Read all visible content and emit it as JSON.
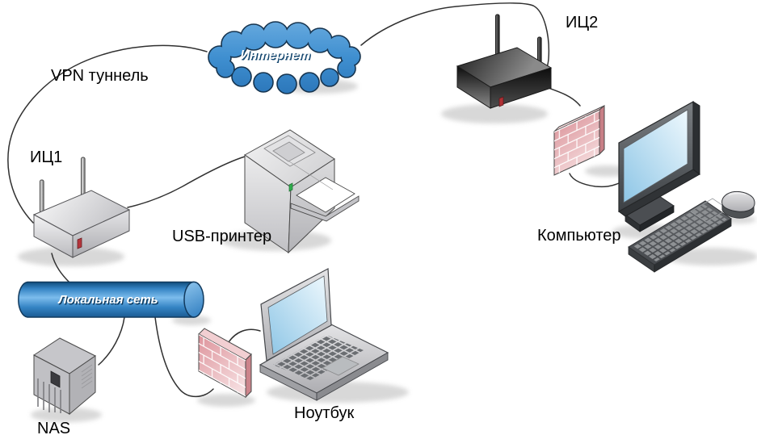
{
  "diagram": {
    "labels": {
      "internet": "Интернет",
      "vpn_tunnel": "VPN туннель",
      "ic1": "ИЦ1",
      "ic2": "ИЦ2",
      "usb_printer": "USB-принтер",
      "computer": "Компьютер",
      "local_network": "Локальная сеть",
      "nas": "NAS",
      "laptop": "Ноутбук"
    },
    "nodes": [
      {
        "id": "internet-cloud",
        "type": "cloud",
        "label": "Интернет"
      },
      {
        "id": "router-ic2",
        "type": "wireless-router",
        "label": "ИЦ2"
      },
      {
        "id": "firewall-right",
        "type": "firewall",
        "label": ""
      },
      {
        "id": "computer",
        "type": "desktop-computer",
        "label": "Компьютер"
      },
      {
        "id": "router-ic1",
        "type": "wireless-router",
        "label": "ИЦ1"
      },
      {
        "id": "usb-printer",
        "type": "printer",
        "label": "USB-принтер"
      },
      {
        "id": "local-network",
        "type": "network-segment",
        "label": "Локальная сеть"
      },
      {
        "id": "nas",
        "type": "server-tower",
        "label": "NAS"
      },
      {
        "id": "firewall-left",
        "type": "firewall",
        "label": ""
      },
      {
        "id": "laptop",
        "type": "laptop",
        "label": "Ноутбук"
      }
    ],
    "connections": [
      {
        "from": "internet-cloud",
        "to": "router-ic1",
        "label": "VPN туннель"
      },
      {
        "from": "internet-cloud",
        "to": "router-ic2",
        "label": ""
      },
      {
        "from": "router-ic2",
        "to": "firewall-right",
        "label": ""
      },
      {
        "from": "firewall-right",
        "to": "computer",
        "label": ""
      },
      {
        "from": "router-ic1",
        "to": "usb-printer",
        "label": ""
      },
      {
        "from": "router-ic1",
        "to": "local-network",
        "label": ""
      },
      {
        "from": "local-network",
        "to": "nas",
        "label": ""
      },
      {
        "from": "local-network",
        "to": "firewall-left",
        "label": ""
      },
      {
        "from": "firewall-left",
        "to": "laptop",
        "label": ""
      }
    ],
    "colors": {
      "background": "#ffffff",
      "cloud_fill": "#3f8fd0",
      "bus_fill": "#2e7cbf",
      "firewall_brick": "#e4a2a8",
      "router_dark": "#2e2e2e",
      "router_light": "#e3e3e5",
      "screen_blue": "#bfe0f2",
      "connector_line": "#303030",
      "label_color": "#000000",
      "banner_text_color": "#ffffff"
    }
  }
}
